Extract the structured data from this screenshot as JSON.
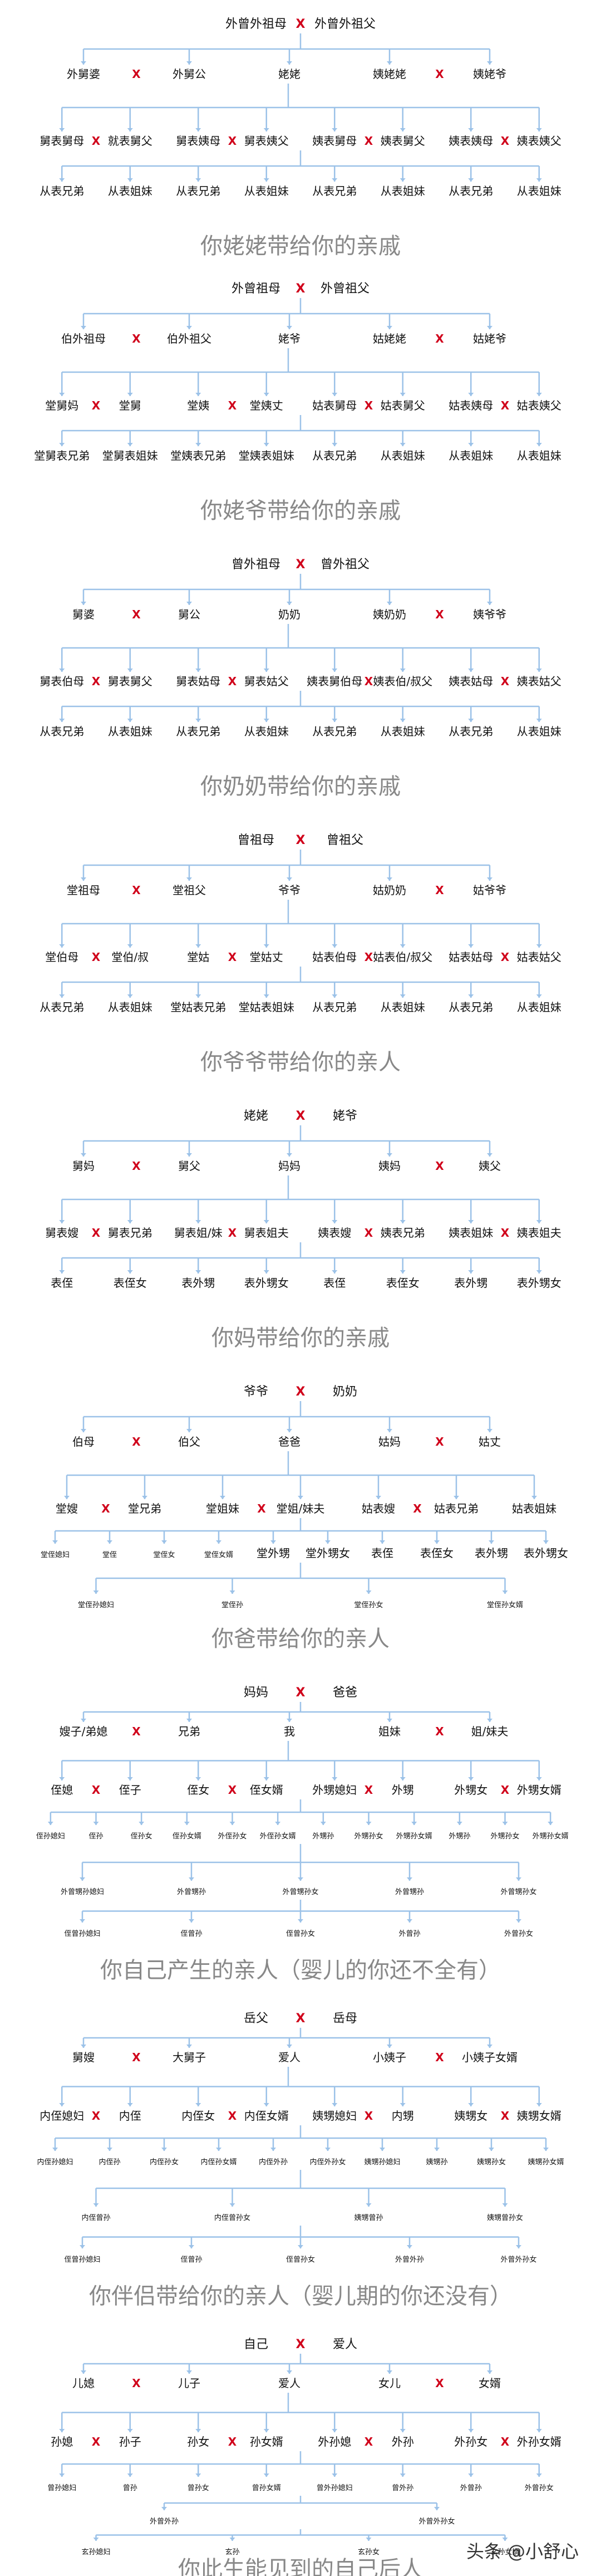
{
  "marks": {
    "x": "X"
  },
  "watermark": "头条 @小舒心",
  "sections": [
    {
      "caption": "你姥姥带给你的亲戚",
      "rows": [
        [
          {
            "t": "外曾外祖母"
          },
          {
            "t": "外曾外祖父"
          }
        ],
        [
          {
            "t": "外舅婆"
          },
          {
            "t": "外舅公"
          },
          {
            "t": "姥姥"
          },
          {
            "t": "姨姥姥"
          },
          {
            "t": "姨姥爷"
          }
        ],
        [
          {
            "t": "舅表舅母"
          },
          {
            "t": "就表舅父"
          },
          {
            "t": "舅表姨母"
          },
          {
            "t": "舅表姨父"
          },
          {
            "t": "姨表舅母"
          },
          {
            "t": "姨表舅父"
          },
          {
            "t": "姨表姨母"
          },
          {
            "t": "姨表姨父"
          }
        ],
        [
          {
            "t": "从表兄弟"
          },
          {
            "t": "从表姐妹"
          },
          {
            "t": "从表兄弟"
          },
          {
            "t": "从表姐妹"
          },
          {
            "t": "从表兄弟"
          },
          {
            "t": "从表姐妹"
          },
          {
            "t": "从表兄弟"
          },
          {
            "t": "从表姐妹"
          }
        ]
      ]
    },
    {
      "caption": "你姥爷带给你的亲戚",
      "rows": [
        [
          {
            "t": "外曾祖母"
          },
          {
            "t": "外曾祖父"
          }
        ],
        [
          {
            "t": "伯外祖母"
          },
          {
            "t": "伯外祖父"
          },
          {
            "t": "姥爷"
          },
          {
            "t": "姑姥姥"
          },
          {
            "t": "姑姥爷"
          }
        ],
        [
          {
            "t": "堂舅妈"
          },
          {
            "t": "堂舅"
          },
          {
            "t": "堂姨"
          },
          {
            "t": "堂姨丈"
          },
          {
            "t": "姑表舅母"
          },
          {
            "t": "姑表舅父"
          },
          {
            "t": "姑表姨母"
          },
          {
            "t": "姑表姨父"
          }
        ],
        [
          {
            "t": "堂舅表兄弟"
          },
          {
            "t": "堂舅表姐妹"
          },
          {
            "t": "堂姨表兄弟"
          },
          {
            "t": "堂姨表姐妹"
          },
          {
            "t": "从表兄弟"
          },
          {
            "t": "从表姐妹"
          },
          {
            "t": "从表姐妹"
          },
          {
            "t": "从表姐妹"
          }
        ]
      ]
    },
    {
      "caption": "你奶奶带给你的亲戚",
      "rows": [
        [
          {
            "t": "曾外祖母"
          },
          {
            "t": "曾外祖父"
          }
        ],
        [
          {
            "t": "舅婆"
          },
          {
            "t": "舅公"
          },
          {
            "t": "奶奶"
          },
          {
            "t": "姨奶奶"
          },
          {
            "t": "姨爷爷"
          }
        ],
        [
          {
            "t": "舅表伯母"
          },
          {
            "t": "舅表舅父"
          },
          {
            "t": "舅表姑母"
          },
          {
            "t": "舅表姑父"
          },
          {
            "t": "姨表舅伯母"
          },
          {
            "t": "姨表伯/叔父"
          },
          {
            "t": "姨表姑母"
          },
          {
            "t": "姨表姑父"
          }
        ],
        [
          {
            "t": "从表兄弟"
          },
          {
            "t": "从表姐妹"
          },
          {
            "t": "从表兄弟"
          },
          {
            "t": "从表姐妹"
          },
          {
            "t": "从表兄弟"
          },
          {
            "t": "从表姐妹"
          },
          {
            "t": "从表兄弟"
          },
          {
            "t": "从表姐妹"
          }
        ]
      ]
    },
    {
      "caption": "你爷爷带给你的亲人",
      "rows": [
        [
          {
            "t": "曾祖母"
          },
          {
            "t": "曾祖父"
          }
        ],
        [
          {
            "t": "堂祖母"
          },
          {
            "t": "堂祖父"
          },
          {
            "t": "爷爷"
          },
          {
            "t": "姑奶奶"
          },
          {
            "t": "姑爷爷"
          }
        ],
        [
          {
            "t": "堂伯母"
          },
          {
            "t": "堂伯/叔"
          },
          {
            "t": "堂姑"
          },
          {
            "t": "堂姑丈"
          },
          {
            "t": "姑表伯母"
          },
          {
            "t": "姑表伯/叔父"
          },
          {
            "t": "姑表姑母"
          },
          {
            "t": "姑表姑父"
          }
        ],
        [
          {
            "t": "从表兄弟"
          },
          {
            "t": "从表姐妹"
          },
          {
            "t": "堂姑表兄弟"
          },
          {
            "t": "堂姑表姐妹"
          },
          {
            "t": "从表兄弟"
          },
          {
            "t": "从表姐妹"
          },
          {
            "t": "从表兄弟"
          },
          {
            "t": "从表姐妹"
          }
        ]
      ]
    },
    {
      "caption": "你妈带给你的亲戚",
      "rows": [
        [
          {
            "t": "姥姥"
          },
          {
            "t": "姥爷"
          }
        ],
        [
          {
            "t": "舅妈"
          },
          {
            "t": "舅父"
          },
          {
            "t": "妈妈"
          },
          {
            "t": "姨妈"
          },
          {
            "t": "姨父"
          }
        ],
        [
          {
            "t": "舅表嫂"
          },
          {
            "t": "舅表兄弟"
          },
          {
            "t": "舅表姐/妹"
          },
          {
            "t": "舅表姐夫"
          },
          {
            "t": "姨表嫂"
          },
          {
            "t": "姨表兄弟"
          },
          {
            "t": "姨表姐妹"
          },
          {
            "t": "姨表姐夫"
          }
        ],
        [
          {
            "t": "表侄"
          },
          {
            "t": "表侄女"
          },
          {
            "t": "表外甥"
          },
          {
            "t": "表外甥女"
          },
          {
            "t": "表侄"
          },
          {
            "t": "表侄女"
          },
          {
            "t": "表外甥"
          },
          {
            "t": "表外甥女"
          }
        ]
      ]
    },
    {
      "caption": "你爸带给你的亲人",
      "rows": [
        [
          {
            "t": "爷爷"
          },
          {
            "t": "奶奶"
          }
        ],
        [
          {
            "t": "伯母"
          },
          {
            "t": "伯父"
          },
          {
            "t": "爸爸"
          },
          {
            "t": "姑妈"
          },
          {
            "t": "姑丈"
          }
        ],
        [
          {
            "t": "堂嫂"
          },
          {
            "t": "堂兄弟"
          },
          {
            "t": "堂姐妹"
          },
          {
            "t": "堂姐/妹夫"
          },
          {
            "t": "姑表嫂"
          },
          {
            "t": "姑表兄弟"
          },
          {
            "t": "姑表姐妹"
          }
        ],
        [
          {
            "t": "堂侄媳妇",
            "s": 1
          },
          {
            "t": "堂侄",
            "s": 1
          },
          {
            "t": "堂侄女",
            "s": 1
          },
          {
            "t": "堂侄女婿",
            "s": 1
          },
          {
            "t": "堂外甥"
          },
          {
            "t": "堂外甥女"
          },
          {
            "t": "表侄"
          },
          {
            "t": "表侄女"
          },
          {
            "t": "表外甥"
          },
          {
            "t": "表外甥女"
          }
        ],
        [
          {
            "t": "堂侄孙媳妇",
            "s": 1
          },
          {
            "t": "堂侄孙",
            "s": 1
          },
          {
            "t": "堂侄孙女",
            "s": 1
          },
          {
            "t": "堂侄孙女婿",
            "s": 1
          }
        ]
      ]
    },
    {
      "caption": "你自己产生的亲人（婴儿的你还不全有）",
      "rows": [
        [
          {
            "t": "妈妈"
          },
          {
            "t": "爸爸"
          }
        ],
        [
          {
            "t": "嫂子/弟媳"
          },
          {
            "t": "兄弟"
          },
          {
            "t": "我"
          },
          {
            "t": "姐妹"
          },
          {
            "t": "姐/妹夫"
          }
        ],
        [
          {
            "t": "侄媳"
          },
          {
            "t": "侄子"
          },
          {
            "t": "侄女"
          },
          {
            "t": "侄女婿"
          },
          {
            "t": "外甥媳妇"
          },
          {
            "t": "外甥"
          },
          {
            "t": "外甥女"
          },
          {
            "t": "外甥女婿"
          }
        ],
        [
          {
            "t": "侄孙媳妇",
            "s": 1
          },
          {
            "t": "侄孙",
            "s": 1
          },
          {
            "t": "侄孙女",
            "s": 1
          },
          {
            "t": "侄孙女婿",
            "s": 1
          },
          {
            "t": "外侄孙女",
            "s": 1
          },
          {
            "t": "外侄孙女婿",
            "s": 1
          },
          {
            "t": "外甥孙",
            "s": 1
          },
          {
            "t": "外甥孙女",
            "s": 1
          },
          {
            "t": "外甥孙女婿",
            "s": 1
          },
          {
            "t": "外甥孙",
            "s": 1
          },
          {
            "t": "外甥孙女",
            "s": 1
          },
          {
            "t": "外甥孙女婿",
            "s": 1
          }
        ],
        [
          {
            "t": "外曾甥孙媳妇",
            "s": 1
          },
          {
            "t": "外曾甥孙",
            "s": 1
          },
          {
            "t": "外曾甥孙女",
            "s": 1
          },
          {
            "t": "外曾甥孙",
            "s": 1
          },
          {
            "t": "外曾甥孙女",
            "s": 1
          }
        ],
        [
          {
            "t": "侄曾孙媳妇",
            "s": 1
          },
          {
            "t": "侄曾孙",
            "s": 1
          },
          {
            "t": "侄曾孙女",
            "s": 1
          },
          {
            "t": "外曾孙",
            "s": 1
          },
          {
            "t": "外曾孙女",
            "s": 1
          }
        ]
      ]
    },
    {
      "caption": "你伴侣带给你的亲人（婴儿期的你还没有）",
      "rows": [
        [
          {
            "t": "岳父"
          },
          {
            "t": "岳母"
          }
        ],
        [
          {
            "t": "舅嫂"
          },
          {
            "t": "大舅子"
          },
          {
            "t": "爱人"
          },
          {
            "t": "小姨子"
          },
          {
            "t": "小姨子女婿"
          }
        ],
        [
          {
            "t": "内侄媳妇"
          },
          {
            "t": "内侄"
          },
          {
            "t": "内侄女"
          },
          {
            "t": "内侄女婿"
          },
          {
            "t": "姨甥媳妇"
          },
          {
            "t": "内甥"
          },
          {
            "t": "姨甥女"
          },
          {
            "t": "姨甥女婿"
          }
        ],
        [
          {
            "t": "内侄孙媳妇",
            "s": 1
          },
          {
            "t": "内侄孙",
            "s": 1
          },
          {
            "t": "内侄孙女",
            "s": 1
          },
          {
            "t": "内侄孙女婿",
            "s": 1
          },
          {
            "t": "内侄外孙",
            "s": 1
          },
          {
            "t": "内侄外孙女",
            "s": 1
          },
          {
            "t": "姨甥孙媳妇",
            "s": 1
          },
          {
            "t": "姨甥孙",
            "s": 1
          },
          {
            "t": "姨甥孙女",
            "s": 1
          },
          {
            "t": "姨甥孙女婿",
            "s": 1
          }
        ],
        [
          {
            "t": "内侄曾孙",
            "s": 1
          },
          {
            "t": "内侄曾孙女",
            "s": 1
          },
          {
            "t": "姨甥曾孙",
            "s": 1
          },
          {
            "t": "姨甥曾孙女",
            "s": 1
          }
        ],
        [
          {
            "t": "侄曾孙媳妇",
            "s": 1
          },
          {
            "t": "侄曾孙",
            "s": 1
          },
          {
            "t": "侄曾孙女",
            "s": 1
          },
          {
            "t": "外曾外孙",
            "s": 1
          },
          {
            "t": "外曾外孙女",
            "s": 1
          }
        ]
      ]
    },
    {
      "caption": "你此生能见到的自己后人",
      "rows": [
        [
          {
            "t": "自己"
          },
          {
            "t": "爱人"
          }
        ],
        [
          {
            "t": "儿媳"
          },
          {
            "t": "儿子"
          },
          {
            "t": "爱人"
          },
          {
            "t": "女儿"
          },
          {
            "t": "女婿"
          }
        ],
        [
          {
            "t": "孙媳"
          },
          {
            "t": "孙子"
          },
          {
            "t": "孙女"
          },
          {
            "t": "孙女婿"
          },
          {
            "t": "外孙媳"
          },
          {
            "t": "外孙"
          },
          {
            "t": "外孙女"
          },
          {
            "t": "外孙女婿"
          }
        ],
        [
          {
            "t": "曾孙媳妇",
            "s": 1
          },
          {
            "t": "曾孙",
            "s": 1
          },
          {
            "t": "曾孙女",
            "s": 1
          },
          {
            "t": "曾孙女婿",
            "s": 1
          },
          {
            "t": "曾外孙媳妇",
            "s": 1
          },
          {
            "t": "曾外孙",
            "s": 1
          },
          {
            "t": "外曾孙",
            "s": 1
          },
          {
            "t": "外曾孙女",
            "s": 1
          }
        ],
        [
          {
            "t": "外曾外孙",
            "s": 1
          },
          {
            "t": "外曾外孙女",
            "s": 1
          }
        ],
        [
          {
            "t": "玄孙媳妇",
            "s": 1
          },
          {
            "t": "玄孙",
            "s": 1
          },
          {
            "t": "玄孙女",
            "s": 1
          },
          {
            "t": "玄孙女婿",
            "s": 1
          }
        ]
      ]
    }
  ]
}
